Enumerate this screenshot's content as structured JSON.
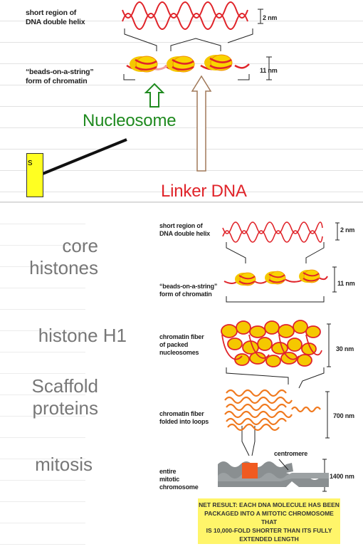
{
  "top": {
    "label_helix": [
      "short region of",
      "DNA double helix"
    ],
    "label_beads": [
      "“beads-on-a-string”",
      "form of chromatin"
    ],
    "dim_helix": "2 nm",
    "dim_beads": "11 nm",
    "nucleosome": "Nucleosome",
    "linker": "Linker DNA",
    "box_text": "s"
  },
  "side_labels": {
    "core": [
      "core",
      "histones"
    ],
    "h1": "histone H1",
    "scaffold": [
      "Scaffold",
      "proteins"
    ],
    "mitosis": "mitosis"
  },
  "bottom": {
    "label_helix": [
      "short region of",
      "DNA double helix"
    ],
    "label_beads": [
      "“beads-on-a-string”",
      "form of chromatin"
    ],
    "label_fiber": [
      "chromatin fiber",
      "of packed",
      "nucleosomes"
    ],
    "label_loops": [
      "chromatin fiber",
      "folded into loops"
    ],
    "label_chrom": [
      "entire",
      "mitotic",
      "chromosome"
    ],
    "centromere": "centromere",
    "dims": [
      "2 nm",
      "11 nm",
      "30 nm",
      "700 nm",
      "1400 nm"
    ],
    "net_result": [
      "NET RESULT: EACH DNA MOLECULE HAS BEEN",
      "PACKAGED INTO A MITOTIC CHROMOSOME THAT",
      "IS 10,000-FOLD SHORTER THAN ITS FULLY",
      "EXTENDED LENGTH"
    ]
  },
  "colors": {
    "dna": "#e0242a",
    "histone": "#f5c800",
    "histone_dark": "#f08a00",
    "nucleosome_text": "#1f8a1f",
    "linker_text": "#e0242a",
    "loops": "#f07a20",
    "chromosome": "#8a8f91",
    "box": "#ffff22",
    "note_box": "#fff56a"
  },
  "icons": [
    "up-arrow-icon",
    "long-up-arrow-icon"
  ]
}
